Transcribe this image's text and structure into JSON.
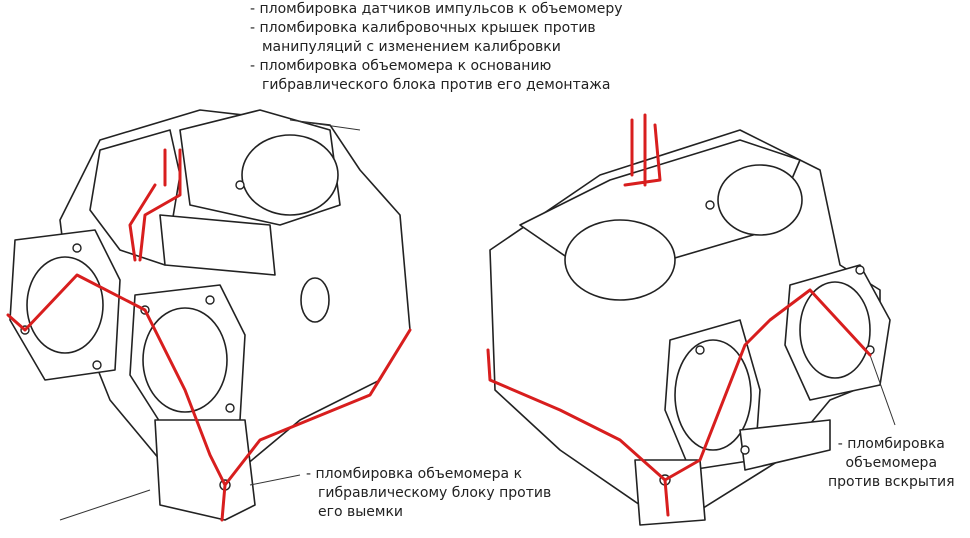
{
  "top_note": {
    "lines": [
      "- пломбировка датчиков импульсов к объемомеру",
      "- пломбировка калибровочных крышек против",
      "манипуляций с изменением калибровки",
      "- пломбировка объемомера к основанию",
      "гибравлического блока против его демонтажа"
    ]
  },
  "bottom_note": {
    "lines": [
      "- пломбировка объемомера к",
      "гибравлическому блоку против",
      "его выемки"
    ]
  },
  "right_note": {
    "lines": [
      "- пломбировка",
      "объемомера",
      "против вскрытия"
    ]
  },
  "colors": {
    "seal_wire": "#d81e1e",
    "outline": "#222222"
  }
}
